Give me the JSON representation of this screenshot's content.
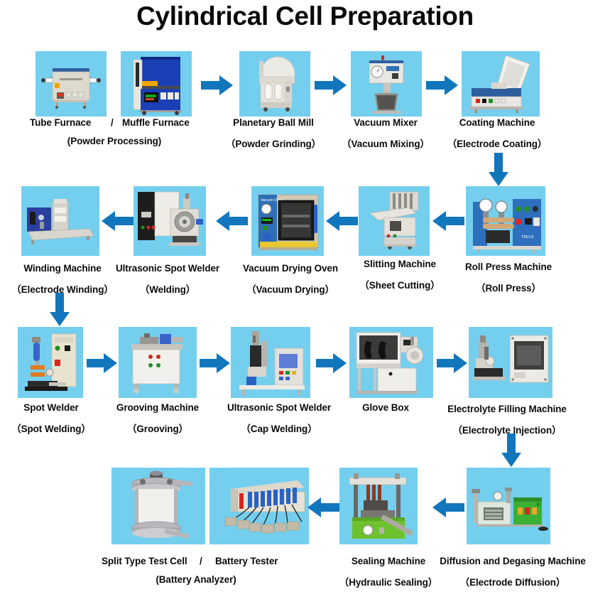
{
  "title": "Cylindrical Cell Preparation",
  "colors": {
    "panel_bg": "#74cfee",
    "arrow": "#1276bc",
    "text": "#0b0b0b",
    "page_bg": "#ffffff"
  },
  "rows": [
    {
      "id": "row-1",
      "direction": "left-to-right",
      "steps": [
        {
          "id": "step-powder-processing",
          "name_line1": "Tube Furnace",
          "separator": "/",
          "name_line2": "Muffle Furnace",
          "process": "(Powder Processing)",
          "panels": [
            "tube-furnace",
            "muffle-furnace"
          ]
        },
        {
          "id": "step-powder-grinding",
          "name_line1": "Planetary Ball Mill",
          "process": "（Powder Grinding）",
          "panels": [
            "planetary-ball-mill"
          ]
        },
        {
          "id": "step-vacuum-mixing",
          "name_line1": "Vacuum Mixer",
          "process": "（Vacuum Mixing）",
          "panels": [
            "vacuum-mixer"
          ]
        },
        {
          "id": "step-electrode-coating",
          "name_line1": "Coating Machine",
          "process": "（Electrode Coating）",
          "panels": [
            "coating-machine"
          ]
        }
      ]
    },
    {
      "id": "row-2",
      "direction": "right-to-left",
      "steps": [
        {
          "id": "step-roll-press",
          "name_line1": "Roll Press Machine",
          "process": "（Roll Press）",
          "panels": [
            "roll-press-machine"
          ]
        },
        {
          "id": "step-sheet-cutting",
          "name_line1": "Slitting Machine",
          "process": "（Sheet Cutting）",
          "panels": [
            "slitting-machine"
          ]
        },
        {
          "id": "step-vacuum-drying",
          "name_line1": "Vacuum Drying Oven",
          "process": "（Vacuum Drying）",
          "panels": [
            "vacuum-drying-oven"
          ]
        },
        {
          "id": "step-welding",
          "name_line1": "Ultrasonic Spot Welder",
          "process": "（Welding）",
          "panels": [
            "ultrasonic-spot-welder"
          ]
        },
        {
          "id": "step-electrode-winding",
          "name_line1": "Winding Machine",
          "process": "（Electrode Winding）",
          "panels": [
            "winding-machine"
          ]
        }
      ]
    },
    {
      "id": "row-3",
      "direction": "left-to-right",
      "steps": [
        {
          "id": "step-spot-welding",
          "name_line1": "Spot Welder",
          "process": "（Spot Welding）",
          "panels": [
            "spot-welder"
          ]
        },
        {
          "id": "step-grooving",
          "name_line1": "Grooving Machine",
          "process": "（Grooving）",
          "panels": [
            "grooving-machine"
          ]
        },
        {
          "id": "step-cap-welding",
          "name_line1": "Ultrasonic Spot Welder",
          "process": "（Cap Welding）",
          "panels": [
            "ultrasonic-cap-welder"
          ]
        },
        {
          "id": "step-glove-box",
          "name_line1": "Glove Box",
          "process": "",
          "panels": [
            "glove-box"
          ]
        },
        {
          "id": "step-electrolyte-injection",
          "name_line1": "Electrolyte Filling Machine",
          "process": "（Electrolyte Injection）",
          "panels": [
            "electrolyte-filling-machine"
          ]
        }
      ]
    },
    {
      "id": "row-4",
      "direction": "right-to-left",
      "steps": [
        {
          "id": "step-electrode-diffusion",
          "name_line1": "Diffusion and Degasing Machine",
          "process": "（Electrode Diffusion）",
          "panels": [
            "diffusion-degasing-machine"
          ]
        },
        {
          "id": "step-hydraulic-sealing",
          "name_line1": "Sealing Machine",
          "process": "（Hydraulic Sealing）",
          "panels": [
            "sealing-machine"
          ]
        },
        {
          "id": "step-battery-analyzer",
          "name_line1": "Split Type Test Cell",
          "separator": "/",
          "name_line2": "Battery Tester",
          "process": "(Battery Analyzer)",
          "panels": [
            "split-type-test-cell",
            "battery-tester"
          ]
        }
      ]
    }
  ],
  "labels": {
    "r1": {
      "tube_furnace": "Tube Furnace",
      "slash1": "/",
      "muffle_furnace": "Muffle Furnace",
      "powder_processing": "(Powder Processing)",
      "planetary_ball_mill": "Planetary Ball Mill",
      "powder_grinding": "（Powder Grinding）",
      "vacuum_mixer": "Vacuum Mixer",
      "vacuum_mixing": "（Vacuum Mixing）",
      "coating_machine": "Coating Machine",
      "electrode_coating": "（Electrode Coating）"
    },
    "r2": {
      "winding_machine": "Winding Machine",
      "electrode_winding": "（Electrode Winding）",
      "ultrasonic_spot_welder": "Ultrasonic Spot Welder",
      "welding": "（Welding）",
      "vacuum_drying_oven": "Vacuum Drying Oven",
      "vacuum_drying": "（Vacuum Drying）",
      "slitting_machine": "Slitting Machine",
      "sheet_cutting": "（Sheet Cutting）",
      "roll_press_machine": "Roll Press Machine",
      "roll_press": "（Roll Press）"
    },
    "r3": {
      "spot_welder": "Spot Welder",
      "spot_welding": "（Spot Welding）",
      "grooving_machine": "Grooving Machine",
      "grooving": "（Grooving）",
      "ultrasonic_spot_welder": "Ultrasonic Spot Welder",
      "cap_welding": "（Cap Welding）",
      "glove_box": "Glove Box",
      "electrolyte_filling_machine": "Electrolyte Filling Machine",
      "electrolyte_injection": "（Electrolyte Injection）"
    },
    "r4": {
      "split_type_test_cell": "Split Type Test Cell",
      "slash2": "/",
      "battery_tester": "Battery Tester",
      "battery_analyzer": "(Battery Analyzer)",
      "sealing_machine": "Sealing Machine",
      "hydraulic_sealing": "（Hydraulic Sealing）",
      "diffusion_degasing_machine": "Diffusion and Degasing Machine",
      "electrode_diffusion": "（Electrode Diffusion）"
    }
  }
}
